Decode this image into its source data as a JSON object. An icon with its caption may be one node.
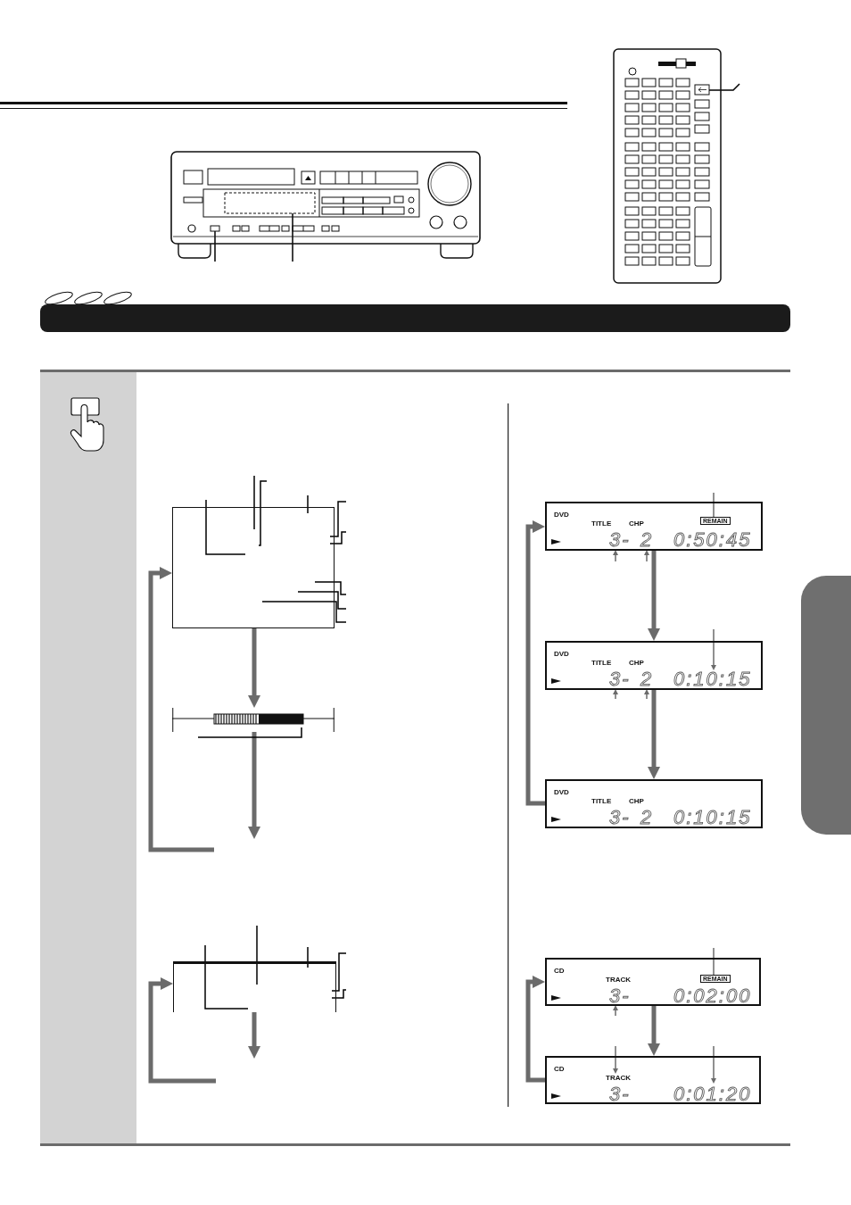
{
  "diagram": {
    "nodes": [
      {
        "text": [],
        "shape": "picture"
      },
      {
        "text": [],
        "shape": "picture"
      },
      {
        "text": [],
        "shape": "box"
      },
      {
        "text": [],
        "shape": "bar"
      },
      {
        "text": [],
        "shape": "box"
      },
      {
        "text": [
          "DVD",
          "TITLE",
          "CHP",
          "REMAIN",
          "3-",
          "2",
          "0:50:45"
        ]
      },
      {
        "text": [
          "DVD",
          "TITLE",
          "CHP",
          "3-",
          "2",
          "0:10:15"
        ]
      },
      {
        "text": [
          "DVD",
          "TITLE",
          "CHP",
          "3-",
          "2",
          "0:10:15"
        ]
      },
      {
        "text": [
          "CD",
          "TRACK",
          "REMAIN",
          "3-",
          "0:02:00"
        ]
      },
      {
        "text": [
          "CD",
          "TRACK",
          "3-",
          "0:01:20"
        ]
      },
      {
        "text": [],
        "shape": "box"
      },
      {
        "text": [],
        "shape": "box",
        "in": 0
      },
      {
        "text": [],
        "shape": "box",
        "in": 0
      },
      {
        "text": [],
        "shape": "box",
        "in": 1
      }
    ],
    "edges": [
      {
        "from": 2,
        "to": 3,
        "arrow": "to",
        "style": "thick"
      },
      {
        "from": 3,
        "to": null,
        "arrow": "to",
        "style": "thick"
      },
      {
        "from": null,
        "to": 2,
        "arrow": "to",
        "style": "thick"
      },
      {
        "from": 4,
        "to": null,
        "arrow": "to",
        "style": "thick"
      },
      {
        "from": null,
        "to": 4,
        "arrow": "to",
        "style": "thick"
      },
      {
        "from": 5,
        "to": 6,
        "arrow": "to",
        "style": "thick"
      },
      {
        "from": 6,
        "to": 7,
        "arrow": "to",
        "style": "thick"
      },
      {
        "from": 7,
        "to": 5,
        "arrow": "to",
        "style": "thick"
      },
      {
        "from": 8,
        "to": 9,
        "arrow": "to",
        "style": "thick"
      },
      {
        "from": 9,
        "to": 8,
        "arrow": "to",
        "style": "thick"
      },
      {
        "from": null,
        "to": 12,
        "arrow": "none",
        "color": "#000000"
      },
      {
        "from": null,
        "to": 11,
        "arrow": "none",
        "color": "#000000"
      },
      {
        "from": null,
        "to": 13,
        "arrow": "none",
        "color": "#000000"
      },
      {
        "from": null,
        "to": 2,
        "arrow": "none",
        "color": "#000000"
      },
      {
        "from": null,
        "to": 2,
        "arrow": "none",
        "color": "#000000"
      },
      {
        "from": null,
        "to": 2,
        "arrow": "none",
        "color": "#000000"
      },
      {
        "from": null,
        "to": 2,
        "arrow": "none",
        "color": "#000000"
      },
      {
        "from": null,
        "to": 2,
        "arrow": "none",
        "color": "#000000"
      },
      {
        "from": null,
        "to": 2,
        "arrow": "none",
        "color": "#000000"
      },
      {
        "from": null,
        "to": 2,
        "arrow": "none",
        "color": "#000000"
      },
      {
        "from": null,
        "to": 2,
        "arrow": "none",
        "color": "#000000"
      },
      {
        "from": null,
        "to": 2,
        "arrow": "none",
        "color": "#000000"
      },
      {
        "from": null,
        "to": 3,
        "arrow": "none",
        "color": "#000000"
      },
      {
        "from": null,
        "to": 4,
        "arrow": "none",
        "color": "#000000"
      },
      {
        "from": null,
        "to": 4,
        "arrow": "none",
        "color": "#000000"
      },
      {
        "from": null,
        "to": 4,
        "arrow": "none",
        "color": "#000000"
      },
      {
        "from": null,
        "to": 4,
        "arrow": "none",
        "color": "#000000"
      },
      {
        "from": null,
        "to": 4,
        "arrow": "none",
        "color": "#000000"
      },
      {
        "from": null,
        "to": 5,
        "arrow": "none"
      },
      {
        "from": null,
        "to": 5,
        "arrow": "to"
      },
      {
        "from": null,
        "to": 5,
        "arrow": "to"
      },
      {
        "from": null,
        "to": 6,
        "arrow": "to"
      },
      {
        "from": null,
        "to": 6,
        "arrow": "to"
      },
      {
        "from": null,
        "to": 6,
        "arrow": "to"
      },
      {
        "from": null,
        "to": 8,
        "arrow": "none"
      },
      {
        "from": null,
        "to": 8,
        "arrow": "to"
      },
      {
        "from": null,
        "to": 9,
        "arrow": "to"
      },
      {
        "from": null,
        "to": 9,
        "arrow": "to"
      }
    ]
  }
}
